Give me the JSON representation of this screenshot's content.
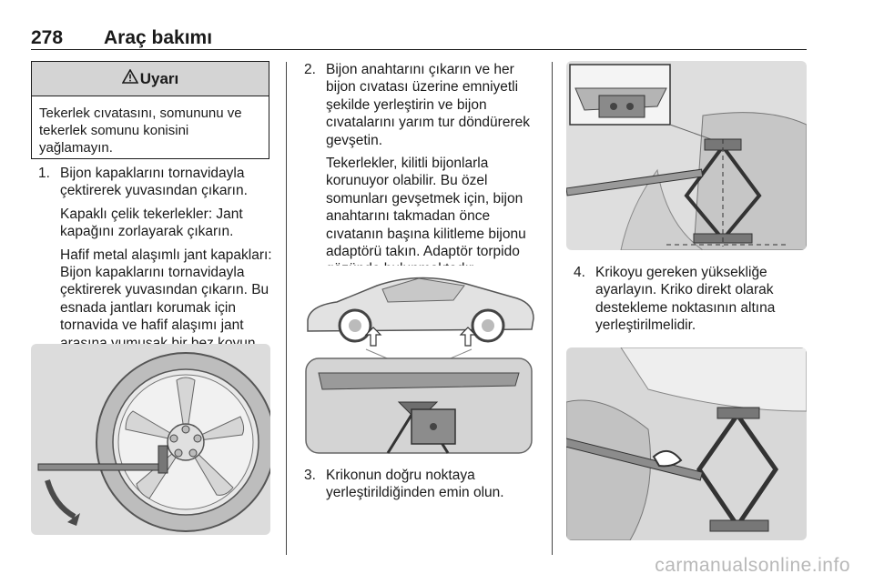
{
  "header": {
    "page_number": "278",
    "title": "Araç bakımı"
  },
  "warning": {
    "icon": "warning-triangle-icon",
    "title": "Uyarı",
    "body": "Tekerlek cıvatasını, somununu ve tekerlek somunu konisini yağlamayın."
  },
  "steps": [
    {
      "number": "1.",
      "paras": [
        "Bijon kapaklarını tornavidayla çektirerek yuvasından çıkarın.",
        "Kapaklı çelik tekerlekler: Jant kapağını zorlayarak çıkarın.",
        "Hafif metal alaşımlı jant kapakları: Bijon kapaklarını tornavidayla çektirerek yuvasından çıkarın. Bu esnada jantları korumak için tornavida ve hafif alaşımı jant arasına yumuşak bir bez koyun."
      ]
    },
    {
      "number": "2.",
      "paras": [
        "Bijon anahtarını çıkarın ve her bijon cıvatası üzerine emniyetli şekilde yerleştirin ve bijon cıvatalarını yarım tur döndürerek gevşetin.",
        "Tekerlekler, kilitli bijonlarla korunuyor olabilir. Bu özel somunları gevşetmek için, bijon anahtarını takmadan önce cıvatanın başına kilitleme bijonu adaptörü takın. Adaptör torpido gözünde bulunmaktadır."
      ]
    },
    {
      "number": "3.",
      "paras": [
        "Krikonun doğru noktaya yerleştirildiğinden emin olun."
      ]
    },
    {
      "number": "4.",
      "paras": [
        "Krikoyu gereken yüksekliğe ayarlayın. Kriko direkt olarak destekleme noktasının altına yerleştirilmelidir."
      ]
    }
  ],
  "footer": {
    "watermark": "carmanualsonline.info"
  }
}
